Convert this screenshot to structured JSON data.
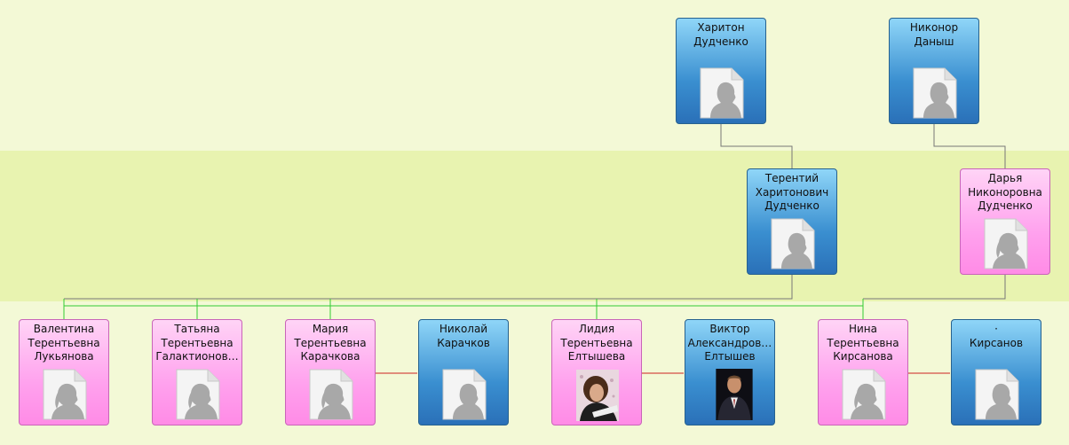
{
  "people": {
    "kharitonDudchenko": {
      "name": "Харитон\nДудченко",
      "sex": "male",
      "photo": "silhouette-male"
    },
    "nikonorDanysh": {
      "name": "Никонор\nДаныш",
      "sex": "male",
      "photo": "silhouette-male"
    },
    "terentiyDudchenko": {
      "name": "Терентий\nХаритонович\nДудченко",
      "sex": "male",
      "photo": "silhouette-male"
    },
    "daryaDudchenko": {
      "name": "Дарья\nНиконоровна\nДудченко",
      "sex": "female",
      "photo": "silhouette-female"
    },
    "valentinaLukyanova": {
      "name": "Валентина\nТерентьевна\nЛукьянова",
      "sex": "female",
      "photo": "silhouette-female"
    },
    "tatyanaGalaktionova": {
      "name": "Татьяна\nТерентьевна\nГалактионов…",
      "sex": "female",
      "photo": "silhouette-female"
    },
    "mariyaKarachkova": {
      "name": "Мария\nТерентьевна\nКарачкова",
      "sex": "female",
      "photo": "silhouette-female"
    },
    "nikolayKarachkov": {
      "name": "Николай\nКарачков",
      "sex": "male",
      "photo": "silhouette-male"
    },
    "lidiyaEltysheva": {
      "name": "Лидия\nТерентьевна\nЕлтышева",
      "sex": "female",
      "photo": "photo-portrait"
    },
    "viktorEltyshev": {
      "name": "Виктор\nАлександров…\nЕлтышев",
      "sex": "male",
      "photo": "photo-portrait"
    },
    "ninaKirsanova": {
      "name": "Нина\nТерентьевна\nКирсанова",
      "sex": "female",
      "photo": "silhouette-female"
    },
    "kirsanov": {
      "name": "·\nКирсанов",
      "sex": "male",
      "photo": "silhouette-male"
    }
  },
  "colors": {
    "male": "#3a8fd0",
    "female": "#ffa2ee",
    "parentLink": "#777777",
    "childLink": "#33cc33",
    "spouseLink": "#cc2222"
  }
}
